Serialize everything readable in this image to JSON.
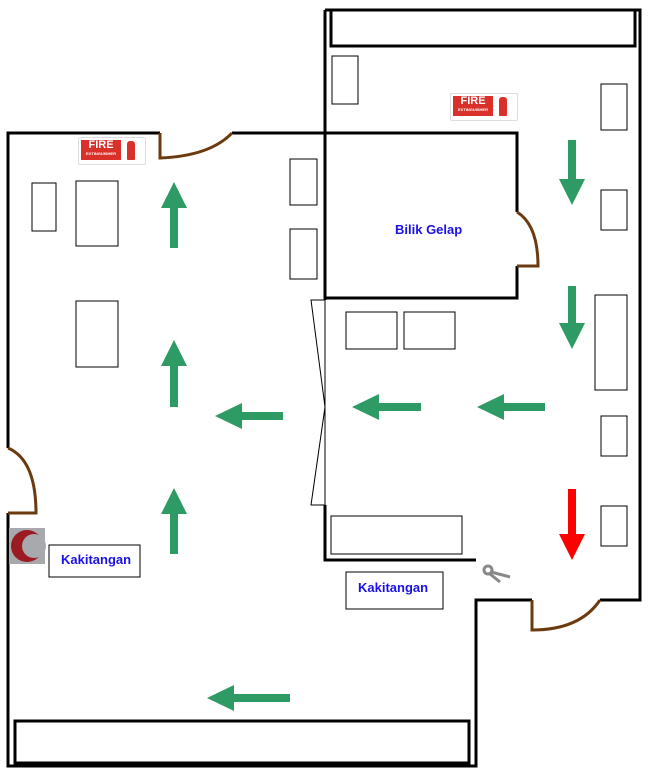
{
  "rooms": {
    "dark_room": "Bilik Gelap",
    "staff_left": "Kakitangan",
    "staff_right": "Kakitangan"
  },
  "signs": {
    "fire_top": "FIRE",
    "fire_top_sub": "EXTINGUISHER",
    "fire_left": "FIRE",
    "fire_left_sub": "EXTINGUISHER"
  },
  "colors": {
    "exit_arrow": "#2e9a64",
    "assembly_arrow": "#ff0000",
    "wall": "#000000",
    "door": "#6b3a0e",
    "label": "#1a10e8"
  }
}
